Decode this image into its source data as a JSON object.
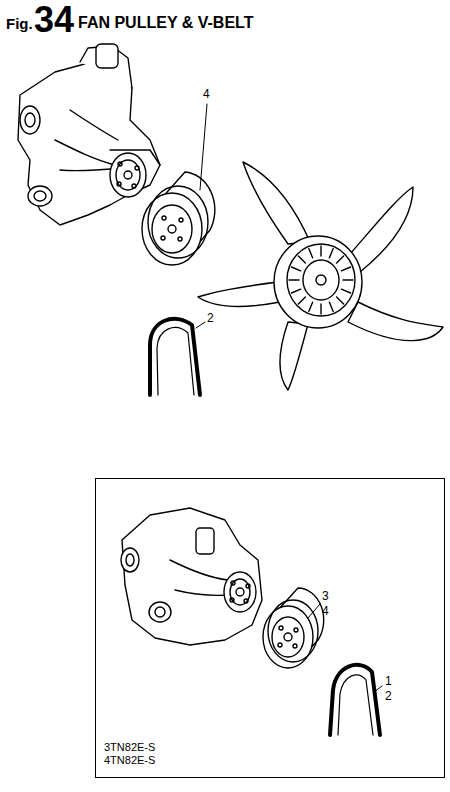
{
  "diagram": {
    "title": "FAN PULLEY & V-BELT",
    "nodes": [
      {
        "text": [
          "3TN82E-S",
          "4TN82E-S"
        ]
      }
    ],
    "labels": [
      "Fig.",
      "34",
      "4",
      "2",
      "3",
      "4",
      "1",
      "2"
    ]
  }
}
